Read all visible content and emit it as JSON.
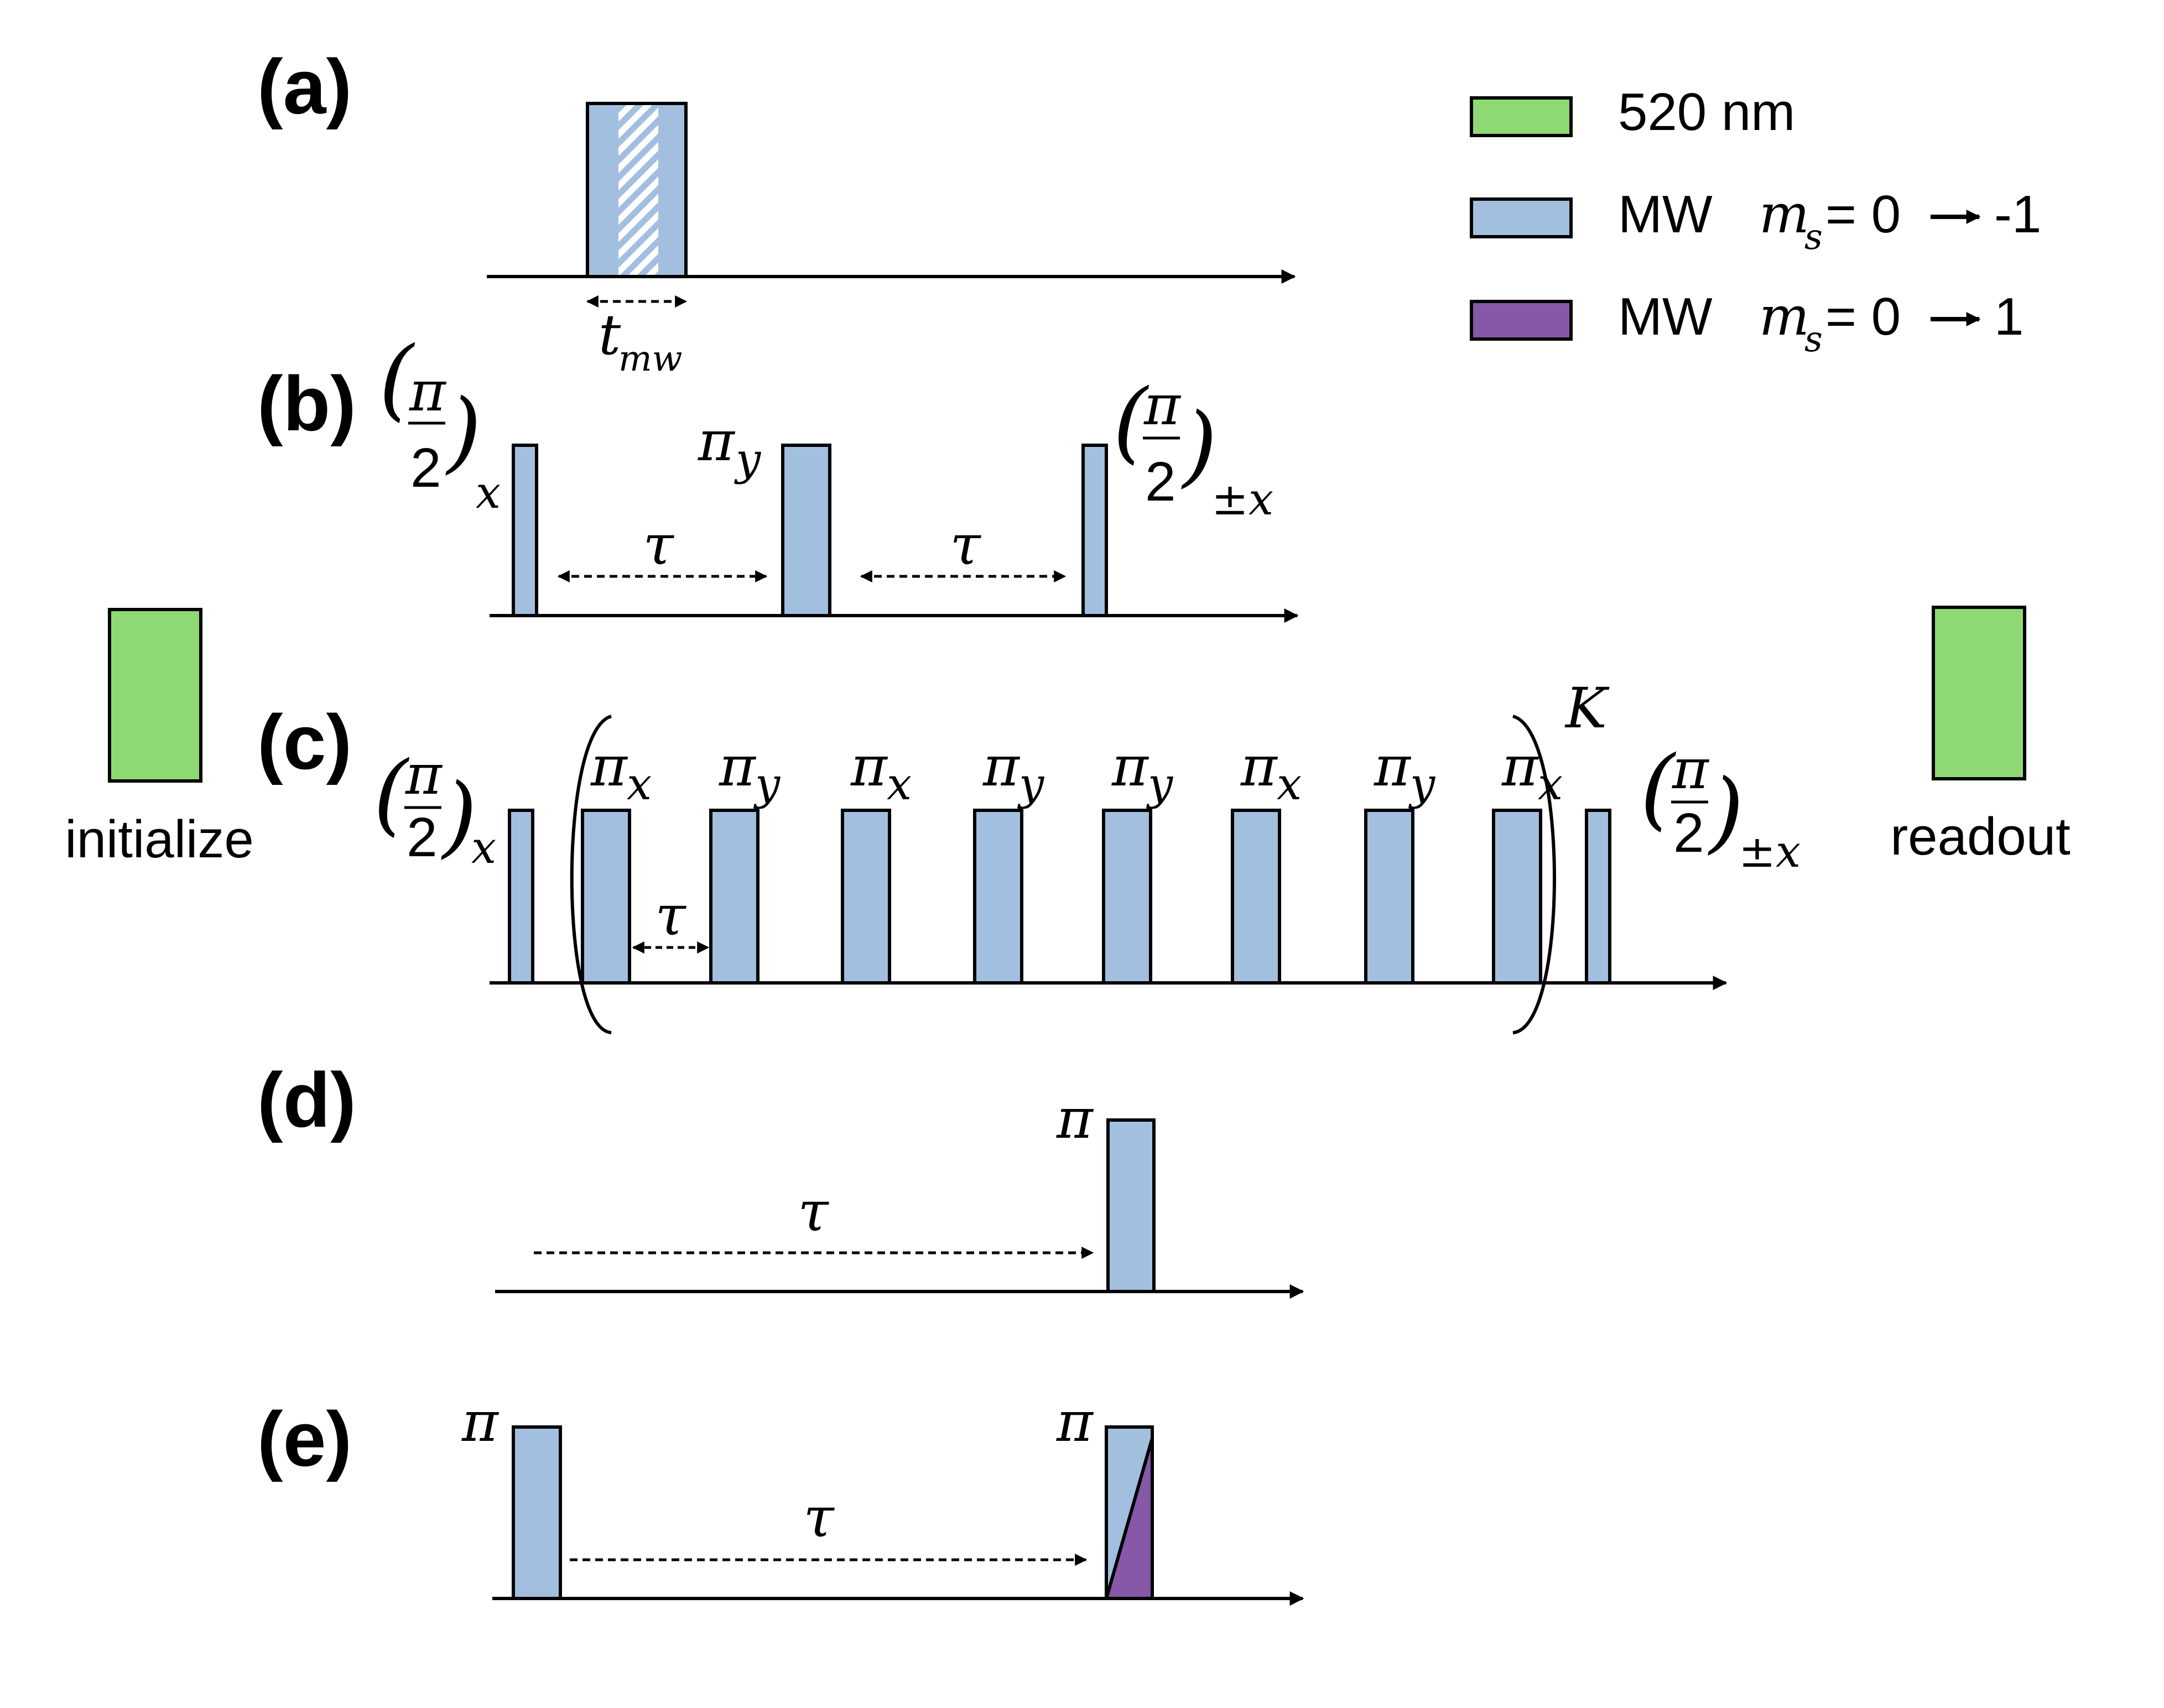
{
  "panel_labels": [
    "(a)",
    "(b)",
    "(c)",
    "(d)",
    "(e)"
  ],
  "legend": [
    {
      "name": "green-laser",
      "label": "520 nm",
      "color": "#8ed973"
    },
    {
      "name": "mw-minus",
      "label": "MW",
      "transition": "m",
      "sub": "s",
      "rest": " = 0",
      "target": "-1",
      "color": "#a3bfdf"
    },
    {
      "name": "mw-plus",
      "label": "MW",
      "transition": "m",
      "sub": "s",
      "rest": " = 0",
      "target": "1",
      "color": "#8757a8"
    }
  ],
  "side": {
    "initialize": "initialize",
    "readout": "readout",
    "laser_color": "#8ed973"
  },
  "symbols": {
    "pi": "π",
    "tau": "τ",
    "two": "2",
    "t": "t",
    "mw": "mw",
    "x": "x",
    "y": "y",
    "pm_x": "±x",
    "K": "K"
  },
  "c_pulse_labels": [
    "x",
    "y",
    "x",
    "y",
    "y",
    "x",
    "y",
    "x"
  ],
  "colors": {
    "mw_blue": "#a3bfdf",
    "mw_purple": "#8757a8",
    "laser_green": "#8ed973",
    "stroke": "#000000"
  }
}
